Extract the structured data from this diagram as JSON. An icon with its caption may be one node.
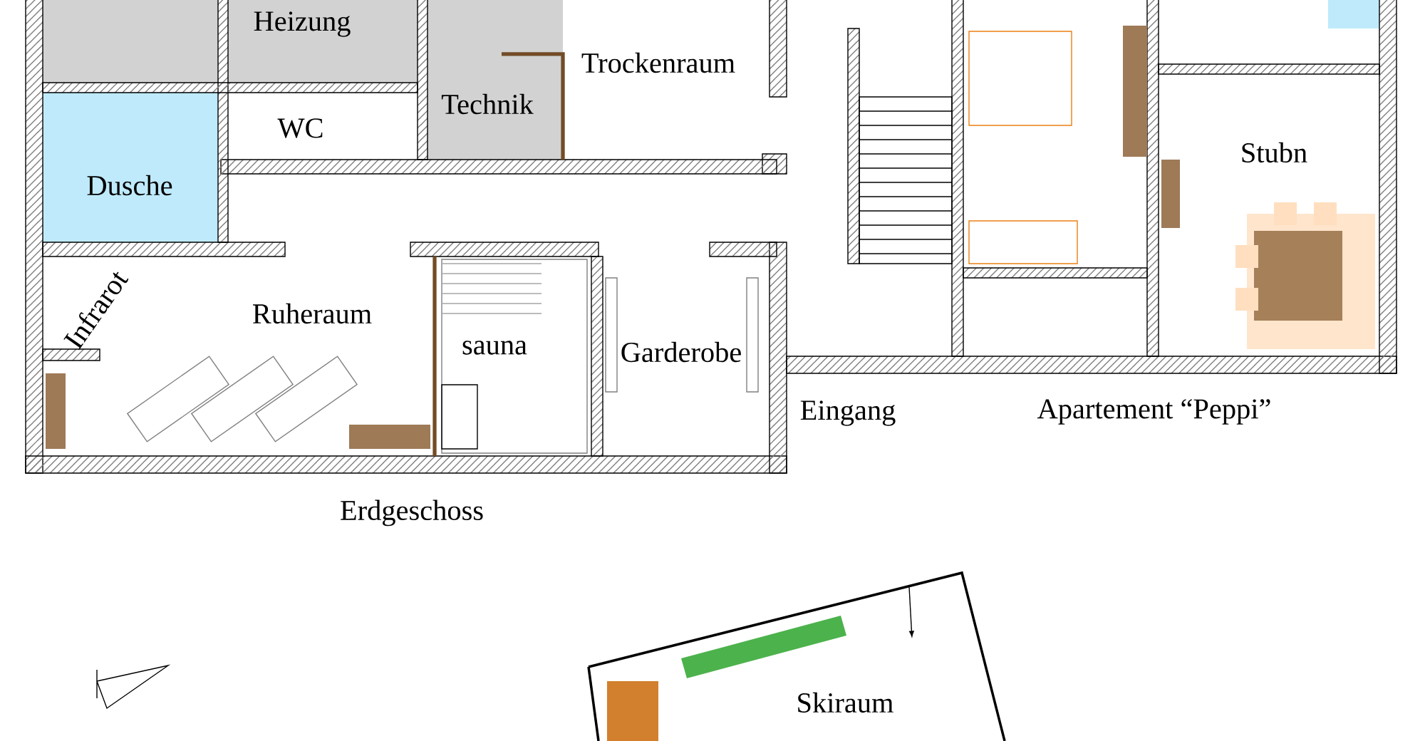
{
  "diagram": {
    "nodes": [
      {
        "text": [
          "Heizung"
        ]
      },
      {
        "text": [
          "Trockenraum"
        ]
      },
      {
        "text": [
          "WC"
        ]
      },
      {
        "text": [
          "Technik"
        ]
      },
      {
        "text": [
          "Dusche"
        ]
      },
      {
        "text": [
          "Infrarot"
        ]
      },
      {
        "text": [
          "Ruheraum"
        ]
      },
      {
        "text": [
          "sauna"
        ]
      },
      {
        "text": [
          "Garderobe"
        ]
      },
      {
        "text": [
          "Stubn"
        ]
      },
      {
        "text": [
          "Skiraum"
        ]
      }
    ],
    "labels": [
      "Eingang",
      "Apartement “Peppi”",
      "Erdgeschoss"
    ]
  }
}
